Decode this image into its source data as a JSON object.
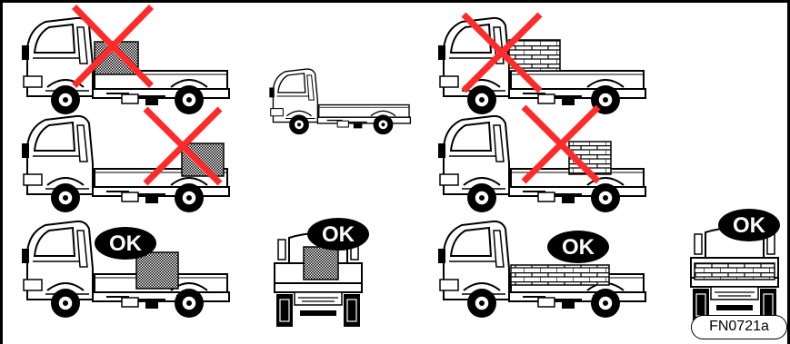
{
  "figure": {
    "code": "FN0721a",
    "ok_badge_text": "OK",
    "accent_colors": {
      "wrong_mark": "#ff2a2a",
      "ok_badge": "#000000",
      "line": "#000000"
    }
  },
  "panels": [
    {
      "id": "side-box-front",
      "view": "side",
      "cargo": "single-box-forward",
      "verdict": "wrong"
    },
    {
      "id": "side-box-rear",
      "view": "side",
      "cargo": "single-box-rear",
      "verdict": "wrong"
    },
    {
      "id": "side-box-center",
      "view": "side",
      "cargo": "single-box-center",
      "verdict": "ok"
    },
    {
      "id": "side-empty",
      "view": "side",
      "cargo": "none",
      "verdict": "reference"
    },
    {
      "id": "rear-box-center",
      "view": "rear",
      "cargo": "single-box-center",
      "verdict": "ok"
    },
    {
      "id": "side-bricks-front",
      "view": "side",
      "cargo": "bricks-forward",
      "verdict": "wrong"
    },
    {
      "id": "side-bricks-rear",
      "view": "side",
      "cargo": "bricks-rear",
      "verdict": "wrong"
    },
    {
      "id": "side-bricks-even",
      "view": "side",
      "cargo": "bricks-even",
      "verdict": "ok"
    },
    {
      "id": "rear-bricks-even",
      "view": "rear",
      "cargo": "bricks-even",
      "verdict": "ok"
    }
  ]
}
